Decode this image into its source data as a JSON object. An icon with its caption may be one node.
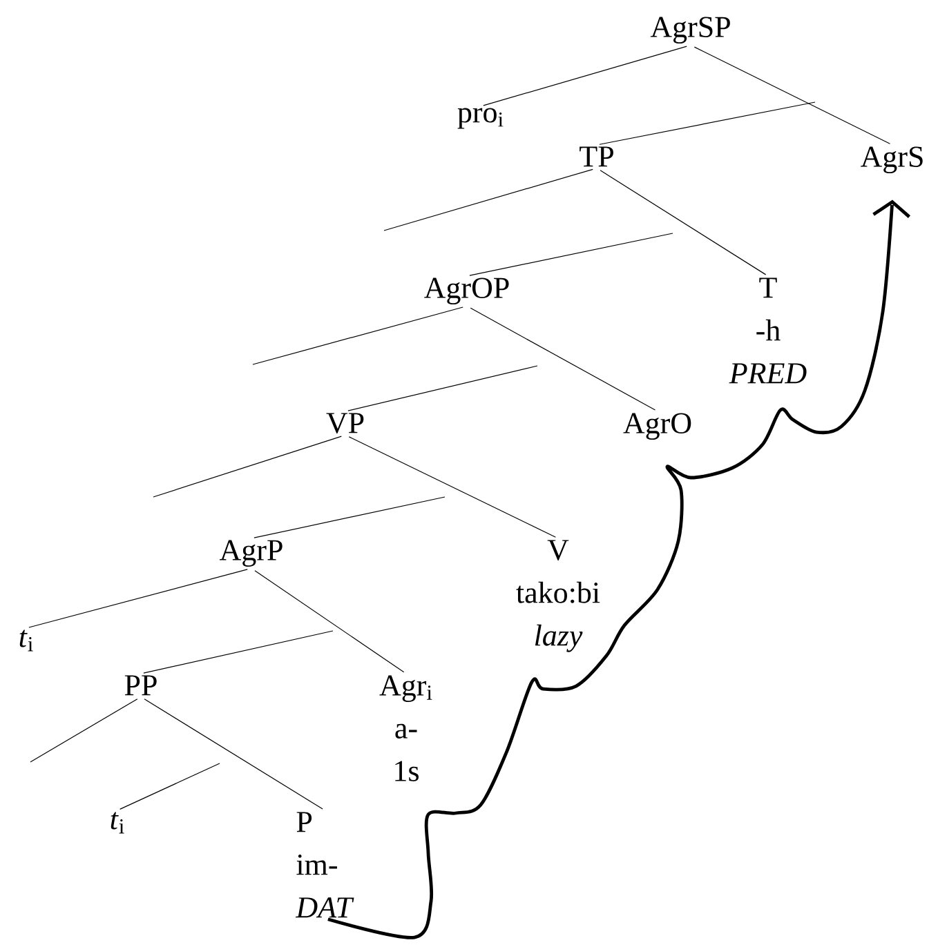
{
  "diagram": {
    "nodes": [
      {
        "text": [
          "AgrSP"
        ]
      },
      {
        "text": [
          "pro$_{i}$"
        ]
      },
      {
        "text": [
          "TP"
        ]
      },
      {
        "text": [
          "AgrS"
        ]
      },
      {
        "text": [
          "AgrOP"
        ]
      },
      {
        "text": [
          "T",
          "-h",
          "*PRED*"
        ]
      },
      {
        "text": [
          "VP"
        ]
      },
      {
        "text": [
          "AgrO"
        ]
      },
      {
        "text": [
          "AgrP"
        ]
      },
      {
        "text": [
          "V",
          "tako:bi",
          "*lazy*"
        ]
      },
      {
        "text": [
          "*t*$_{i}$"
        ]
      },
      {
        "text": [
          "PP"
        ]
      },
      {
        "text": [
          "Agr$_{i}$",
          "a-",
          "1s"
        ]
      },
      {
        "text": [
          "*t*$_{i}$"
        ]
      },
      {
        "text": [
          "P",
          "im-",
          "*DAT*"
        ]
      }
    ],
    "edges": [
      {
        "from": 0,
        "to": 1,
        "arrow": "none"
      },
      {
        "from": 0,
        "to": 3,
        "arrow": "none"
      },
      {
        "from": null,
        "to": 2,
        "arrow": "none"
      },
      {
        "from": 2,
        "to": null,
        "arrow": "none"
      },
      {
        "from": 2,
        "to": 5,
        "arrow": "none"
      },
      {
        "from": null,
        "to": 4,
        "arrow": "none"
      },
      {
        "from": 4,
        "to": null,
        "arrow": "none"
      },
      {
        "from": 4,
        "to": 7,
        "arrow": "none"
      },
      {
        "from": null,
        "to": 6,
        "arrow": "none"
      },
      {
        "from": 6,
        "to": null,
        "arrow": "none"
      },
      {
        "from": 6,
        "to": 9,
        "arrow": "none"
      },
      {
        "from": null,
        "to": 8,
        "arrow": "none"
      },
      {
        "from": 8,
        "to": 10,
        "arrow": "none"
      },
      {
        "from": 8,
        "to": 12,
        "arrow": "none"
      },
      {
        "from": null,
        "to": 11,
        "arrow": "none"
      },
      {
        "from": 11,
        "to": null,
        "arrow": "none"
      },
      {
        "from": 11,
        "to": 14,
        "arrow": "none"
      },
      {
        "from": null,
        "to": 13,
        "arrow": "none"
      },
      {
        "from": 14,
        "to": 3,
        "arrow": "to",
        "style": "thick"
      }
    ]
  }
}
